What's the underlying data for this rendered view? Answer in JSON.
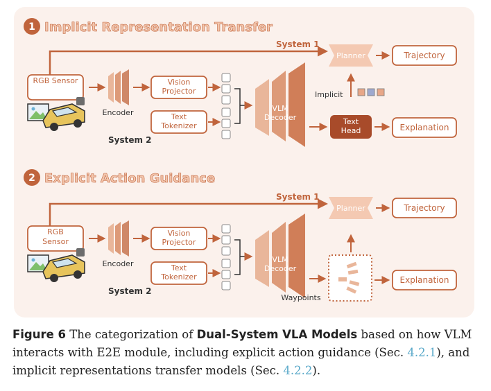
{
  "panels": [
    {
      "number": "1",
      "title": "Implicit Representation Transfer",
      "system1": "System 1",
      "system2": "System 2",
      "sensor": "RGB Sensor",
      "encoder": "Encoder",
      "vision_projector": "Vision Projector",
      "text_tokenizer": "Text Tokenizer",
      "vlm_decoder": "VLM Decoder",
      "planner": "Planner",
      "trajectory": "Trajectory",
      "implicit": "Implicit",
      "text_head": "Text Head",
      "explanation": "Explanation"
    },
    {
      "number": "2",
      "title": "Explicit Action Guidance",
      "system1": "System 1",
      "system2": "System 2",
      "sensor": "RGB Sensor",
      "encoder": "Encoder",
      "vision_projector": "Vision Projector",
      "text_tokenizer": "Text Tokenizer",
      "vlm_decoder": "VLM Decoder",
      "planner": "Planner",
      "trajectory": "Trajectory",
      "waypoints": "Waypoints",
      "explanation": "Explanation"
    }
  ],
  "caption": {
    "label": "Figure 6",
    "text1": " The categorization of ",
    "bold": "Dual-System VLA Models",
    "text2": " based on how VLM interacts with E2E module, including explicit action guidance (Sec. ",
    "ref1": "4.2.1",
    "text3": "), and implicit representations transfer models (Sec. ",
    "ref2": "4.2.2",
    "text4": ")."
  },
  "colors": {
    "panel_bg": "#fbf1ec",
    "accent": "#c0643c",
    "accent_light": "#e9b69a",
    "text_head": "#a84b2a",
    "token_a": "#e8a788",
    "token_b": "#9ea9cf"
  }
}
